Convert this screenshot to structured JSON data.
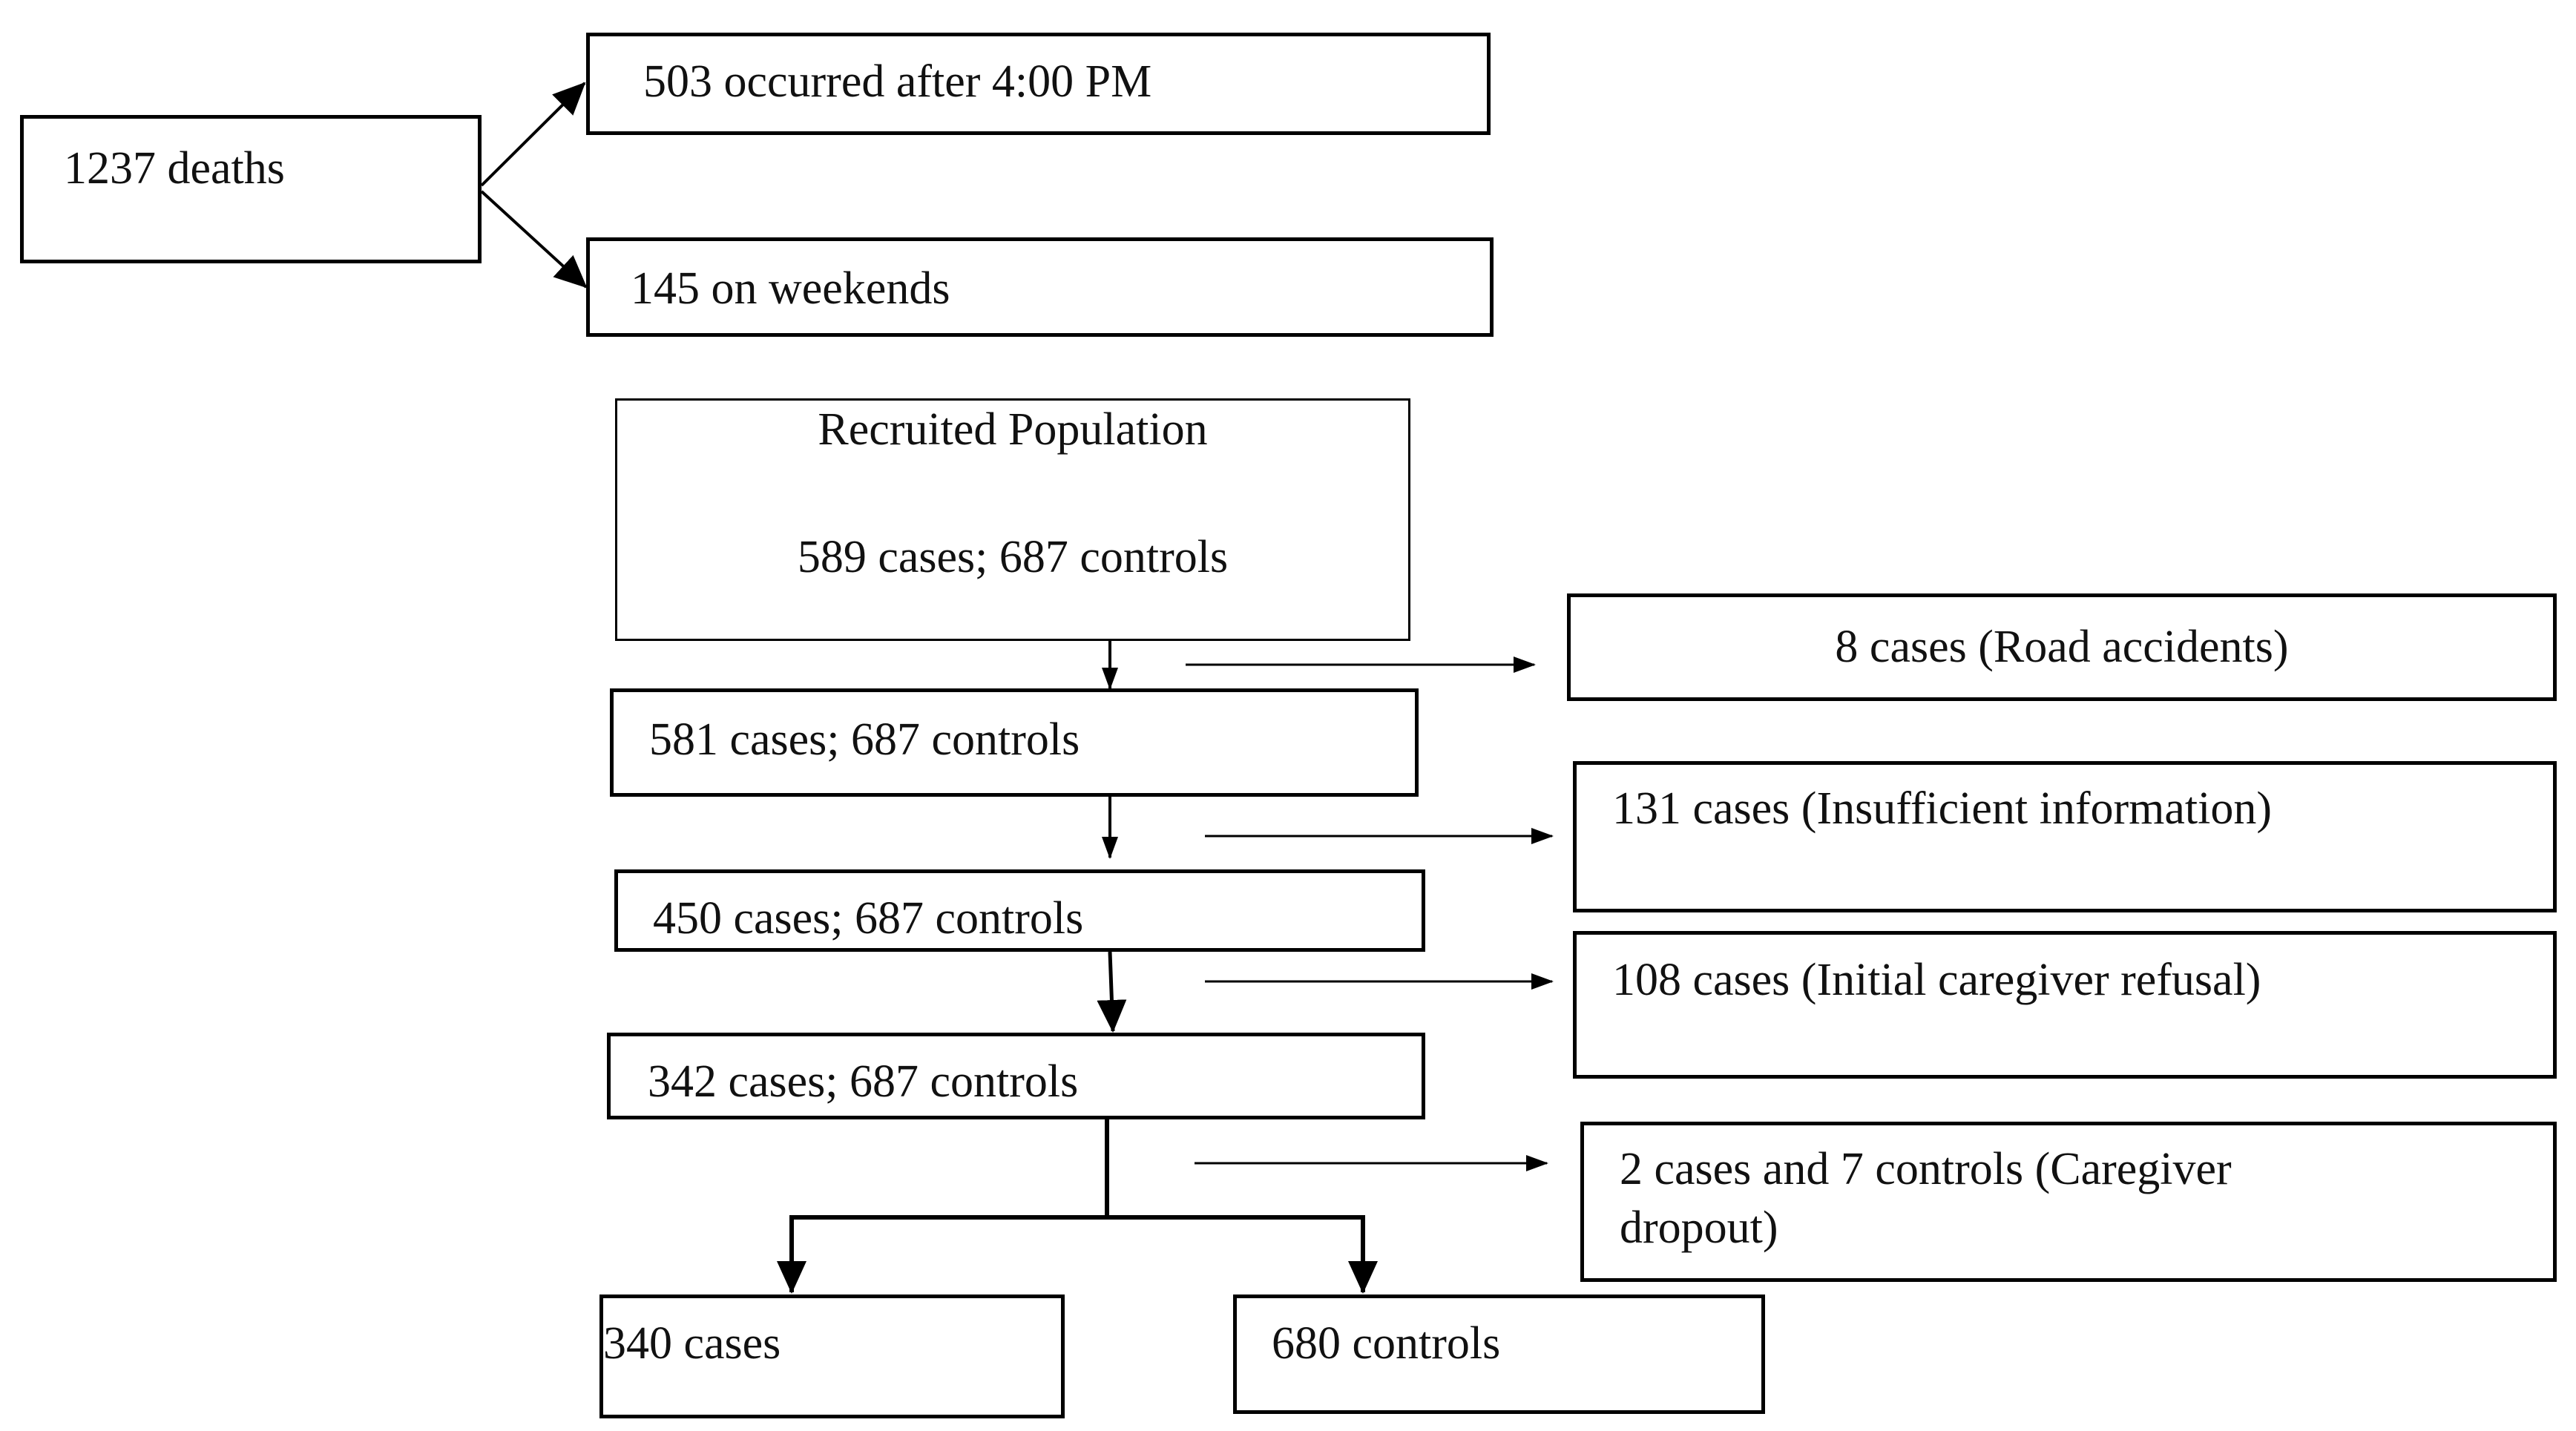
{
  "nodes": {
    "deaths": "1237 deaths",
    "after4pm": "503 occurred after 4:00 PM",
    "weekends": "145 on weekends",
    "recruited_title": "Recruited Population",
    "recruited_counts": "589 cases; 687 controls",
    "step1": "581 cases; 687 controls",
    "step2": "450 cases; 687 controls",
    "step3": "342 cases; 687 controls",
    "final_cases": "340 cases",
    "final_controls": "680 controls"
  },
  "exclusions": {
    "road": "8 cases (Road accidents)",
    "insufficient": "131 cases (Insufficient information)",
    "refusal": "108 cases (Initial caregiver refusal)",
    "dropout": "2 cases and 7 controls (Caregiver dropout)"
  }
}
